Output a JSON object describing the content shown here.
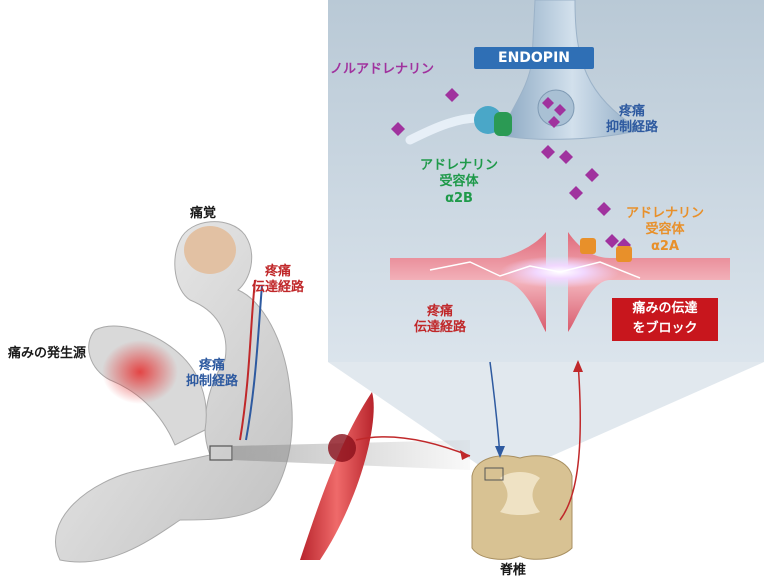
{
  "labels": {
    "endopin": "ENDOPIN",
    "noradrenaline": "ノルアドレナリン",
    "inhibitory_top": [
      "疼痛",
      "抑制経路"
    ],
    "receptor_a2b": [
      "アドレナリン",
      "受容体",
      "α2B"
    ],
    "receptor_a2a": [
      "アドレナリン",
      "受容体",
      "α2A"
    ],
    "transmission_mid": [
      "疼痛",
      "伝達経路"
    ],
    "block": [
      "痛みの伝達",
      "をブロック"
    ],
    "pain_sense": "痛覚",
    "transmission_body": [
      "疼痛",
      "伝達経路"
    ],
    "inhibitory_body": [
      "疼痛",
      "抑制経路"
    ],
    "pain_origin": "痛みの発生源",
    "spine": "脊椎"
  },
  "colors": {
    "panel_bg": "#c9d6e0",
    "transmission_red": "#c0282a",
    "inhibitory_blue": "#2e5aa0",
    "receptor_green": "#1f9a4a",
    "receptor_orange": "#e8902a",
    "molecule_purple": "#a0329e",
    "endopin_blue": "#2f6fb5",
    "block_red": "#c8161d"
  }
}
